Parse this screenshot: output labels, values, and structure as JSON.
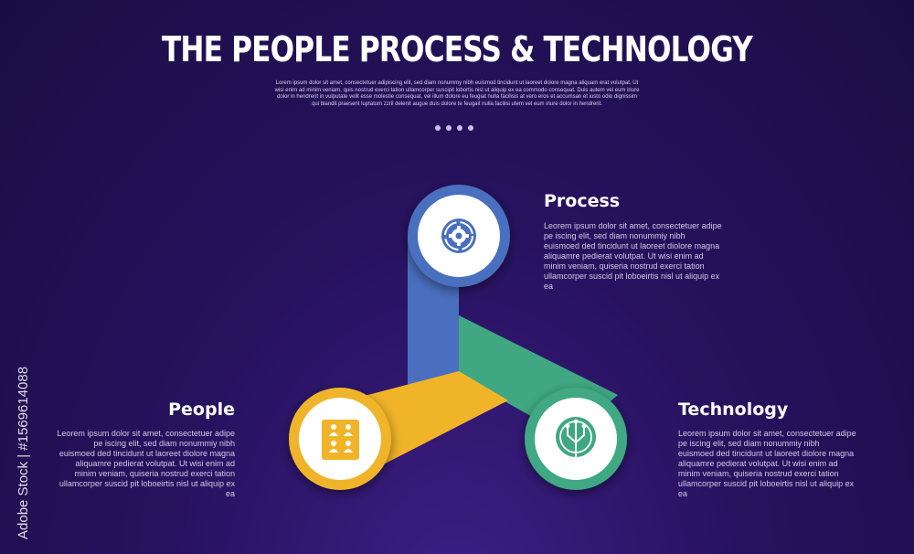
{
  "title": "THE PEOPLE PROCESS & TECHNOLOGY",
  "intro": "Lorem ipsum dolor sit amet, consectetuer adipiscing elit, sed diam nonummy nibh euismod tincidunt ut laoreet dolore magna aliquam erat volutpat. Ut wisi enim ad minim veniam, quis nostrud exerci tation ullamcorper suscipit lobortis nisl ut aliquip ex ea commodo consequat. Duis autem vel eum iriure dolor in hendrerit in vulputate velit esse molestie consequat, vel illum dolore eu feugiat nulla facilisis at vero eros et accumsan et iusto odio dignissim qui blandit praesent luptatum zzril delenit augue duis dolore te feugait nulla facilisi utem vel eum iriure dolor in hendrerit.",
  "pagination_dots": 4,
  "items": {
    "process": {
      "label": "Process",
      "text": "Leorem ipsum dolor sit amet, consectetuer adipe pe iscing elit, sed diam nonummiy nibh euismoed ded tincidunt ut laoreet diolore magna aliquamre pedierat volutpat. Ut wisi enim ad minim veniam, quiseria nostrud exerci tation ullamcorper suscid pit loboeirtis nisl ut aliquip ex ea",
      "color": "#4a6fbf",
      "icon": "gear-cycle-icon"
    },
    "people": {
      "label": "People",
      "text": "Leorem ipsum dolor sit amet, consectetuer adipe pe iscing elit, sed diam nonummiy nibh euismoed ded tincidunt ut laoreet diolore magna aliquamre pedierat volutpat. Ut wisi enim ad minim veniam, quiseria nostrud exerci tation ullamcorper suscid pit loboeirtis nisl ut aliquip ex ea",
      "color": "#f0b429",
      "icon": "people-group-icon"
    },
    "technology": {
      "label": "Technology",
      "text": "Leorem ipsum dolor sit amet, consectetuer adipe pe iscing elit, sed diam nonummiy nibh euismoed ded tincidunt ut laoreet diolore magna aliquamre pedierat volutpat. Ut wisi enim ad minim veniam, quiseria nostrud exerci tation ullamcorper suscid pit loboeirtis nisl ut aliquip ex ea",
      "color": "#3fa882",
      "icon": "circuit-tree-icon"
    }
  },
  "watermark": "Adobe Stock | #1569614088"
}
